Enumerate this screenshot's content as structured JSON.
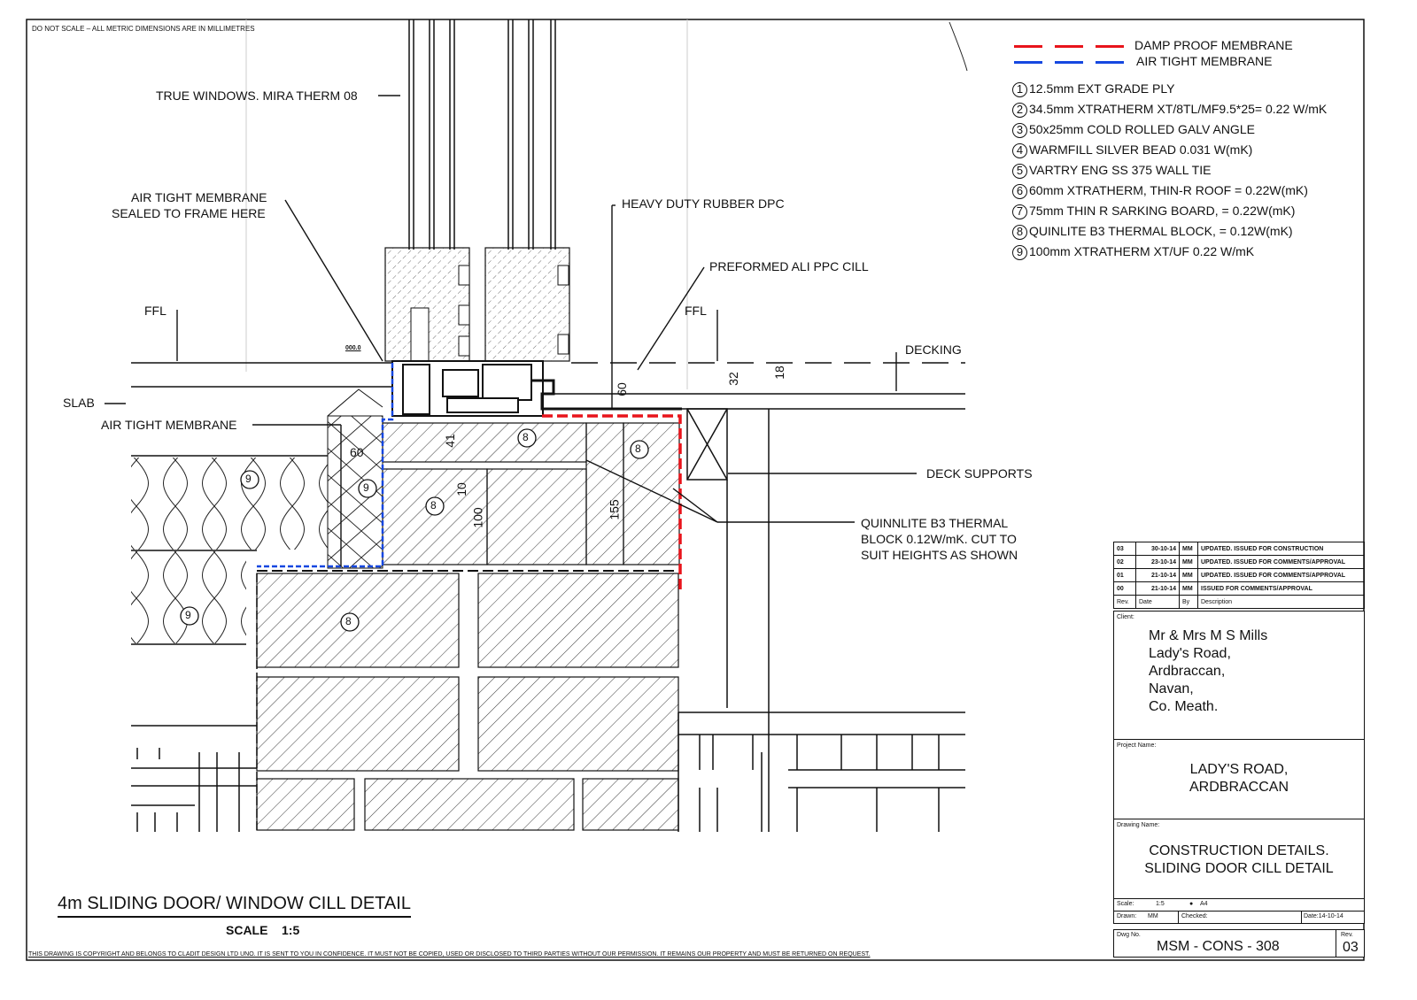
{
  "header_note": "DO NOT SCALE – ALL METRIC DIMENSIONS ARE IN MILLIMETRES",
  "legend": {
    "membranes": [
      {
        "label": "DAMP PROOF MEMBRANE",
        "color": "#e8141b"
      },
      {
        "label": "AIR TIGHT MEMBRANE",
        "color": "#1547e0"
      }
    ],
    "materials": [
      {
        "num": "1",
        "label": "12.5mm EXT GRADE PLY"
      },
      {
        "num": "2",
        "label": "34.5mm XTRATHERM XT/8TL/MF9.5*25= 0.22 W/mK"
      },
      {
        "num": "3",
        "label": "50x25mm COLD ROLLED GALV ANGLE"
      },
      {
        "num": "4",
        "label": "WARMFILL SILVER BEAD 0.031 W(mK)"
      },
      {
        "num": "5",
        "label": "VARTRY ENG SS 375 WALL TIE"
      },
      {
        "num": "6",
        "label": "60mm XTRATHERM, THIN-R ROOF = 0.22W(mK)"
      },
      {
        "num": "7",
        "label": "75mm THIN R SARKING BOARD, = 0.22W(mK)"
      },
      {
        "num": "8",
        "label": "QUINLITE B3 THERMAL BLOCK, = 0.12W(mK)"
      },
      {
        "num": "9",
        "label": "100mm XTRATHERM XT/UF 0.22 W/mK"
      }
    ]
  },
  "annotations": {
    "true_windows": "TRUE WINDOWS. MIRA THERM 08",
    "air_tight_sealed_1": "AIR TIGHT MEMBRANE",
    "air_tight_sealed_2": "SEALED TO FRAME HERE",
    "heavy_duty_dpc": "HEAVY DUTY RUBBER DPC",
    "preformed_cill": "PREFORMED ALI PPC CILL",
    "ffl_left": "FFL",
    "ffl_right": "FFL",
    "decking": "DECKING",
    "slab": "SLAB",
    "air_tight_membrane": "AIR TIGHT MEMBRANE",
    "deck_supports": "DECK SUPPORTS",
    "quinnlite_1": "QUINNLITE B3 THERMAL",
    "quinnlite_2": "BLOCK 0.12W/mK. CUT TO",
    "quinnlite_3": "SUIT HEIGHTS AS SHOWN",
    "level_mark": "000.0"
  },
  "dimensions": {
    "d60_top": "60",
    "d32": "32",
    "d18": "18",
    "d41": "41",
    "d10": "10",
    "d100": "100",
    "d155": "155",
    "d60_ins": "60"
  },
  "callouts": {
    "c8a": "8",
    "c8b": "8",
    "c8c": "8",
    "c8d": "8",
    "c9a": "9",
    "c9b": "9",
    "c9c": "9"
  },
  "drawing_title": "4m SLIDING DOOR/ WINDOW CILL DETAIL",
  "drawing_scale": "SCALE    1:5",
  "copyright": "THIS DRAWING IS COPYRIGHT AND BELONGS TO CLADIT DESIGN LTD UNO. IT IS SENT TO YOU IN CONFIDENCE. IT MUST NOT BE COPIED, USED OR DISCLOSED TO THIRD PARTIES WITHOUT OUR PERMISSION. IT REMAINS OUR PROPERTY AND MUST BE RETURNED ON REQUEST.",
  "title_block": {
    "revisions": [
      {
        "rev": "03",
        "date": "30-10-14",
        "by": "MM",
        "description": "UPDATED. ISSUED FOR CONSTRUCTION"
      },
      {
        "rev": "02",
        "date": "23-10-14",
        "by": "MM",
        "description": "UPDATED. ISSUED FOR COMMENTS/APPROVAL"
      },
      {
        "rev": "01",
        "date": "21-10-14",
        "by": "MM",
        "description": "UPDATED. ISSUED FOR COMMENTS/APPROVAL"
      },
      {
        "rev": "00",
        "date": "21-10-14",
        "by": "MM",
        "description": "ISSUED FOR COMMENTS/APPROVAL"
      }
    ],
    "rev_headers": {
      "rev": "Rev.",
      "date": "Date",
      "by": "By",
      "description": "Description"
    },
    "client_label": "Client:",
    "client_lines": [
      "Mr & Mrs M S Mills",
      "Lady's Road,",
      "Ardbraccan,",
      "Navan,",
      "Co. Meath."
    ],
    "project_label": "Project Name:",
    "project_lines": [
      "LADY'S ROAD,",
      "ARDBRACCAN"
    ],
    "drawing_label": "Drawing Name:",
    "drawing_lines": [
      "CONSTRUCTION DETAILS.",
      "SLIDING DOOR CILL DETAIL"
    ],
    "scale_label": "Scale:",
    "scale_value": "1:5",
    "paper_size": "A4",
    "drawn_label": "Drawn:",
    "drawn_value": "MM",
    "checked_label": "Checked:",
    "date_label": "Date:14-10-14",
    "dwg_label": "Dwg No.",
    "dwg_number": "MSM - CONS - 308",
    "rev_label": "Rev.",
    "rev_value": "03"
  }
}
